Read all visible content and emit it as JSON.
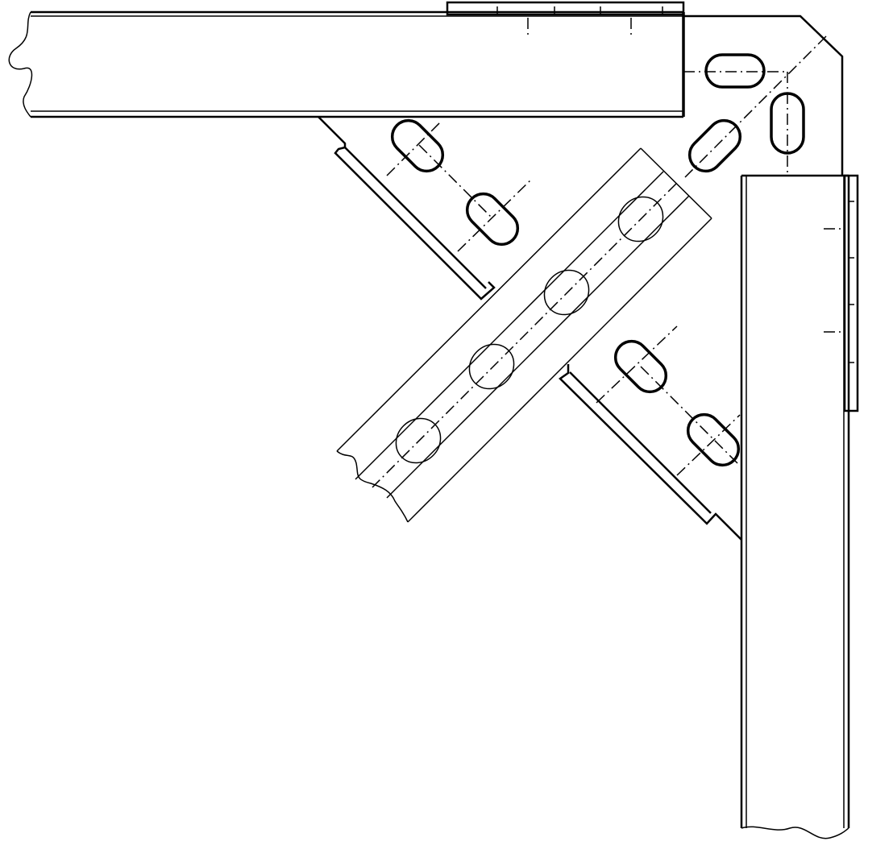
{
  "drawing": {
    "components": [
      "top-beam",
      "right-column",
      "diagonal-brace",
      "gusset-plate",
      "upper-angle-cleat",
      "lower-angle-cleat",
      "top-splice-plate",
      "side-splice-plate"
    ],
    "colors": {
      "line": "#000000",
      "background": "#ffffff"
    },
    "slot_count_gusset": 7,
    "hole_count_brace": 4
  }
}
